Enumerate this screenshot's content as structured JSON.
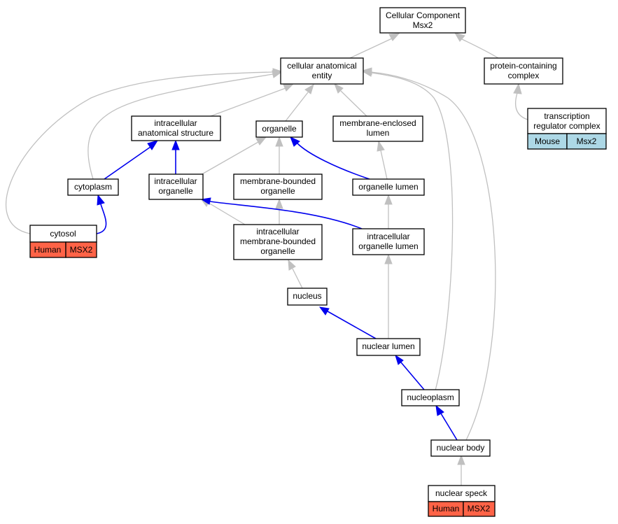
{
  "graph": {
    "nodes": {
      "cc": [
        "Cellular Component",
        "Msx2"
      ],
      "cae": [
        "cellular anatomical",
        "entity"
      ],
      "pcc": [
        "protein-containing",
        "complex"
      ],
      "trc": [
        "transcription",
        "regulator complex"
      ],
      "ias": [
        "intracellular",
        "anatomical structure"
      ],
      "org": [
        "organelle"
      ],
      "mel": [
        "membrane-enclosed",
        "lumen"
      ],
      "cyp": [
        "cytoplasm"
      ],
      "io": [
        "intracellular",
        "organelle"
      ],
      "mbo": [
        "membrane-bounded",
        "organelle"
      ],
      "ol": [
        "organelle lumen"
      ],
      "cys": [
        "cytosol"
      ],
      "imbo": [
        "intracellular",
        "membrane-bounded",
        "organelle"
      ],
      "iol": [
        "intracellular",
        "organelle lumen"
      ],
      "nuc": [
        "nucleus"
      ],
      "nl": [
        "nuclear lumen"
      ],
      "np": [
        "nucleoplasm"
      ],
      "nb": [
        "nuclear body"
      ],
      "ns": [
        "nuclear speck"
      ]
    },
    "tags": {
      "trc": [
        "Mouse",
        "Msx2"
      ],
      "cys": [
        "Human",
        "MSX2"
      ],
      "ns": [
        "Human",
        "MSX2"
      ]
    },
    "colors": {
      "mouse_tag": "#add8e6",
      "human_tag": "#ff6347",
      "part_of_edge": "#0000ee",
      "is_a_edge": "#c0c0c0"
    }
  }
}
